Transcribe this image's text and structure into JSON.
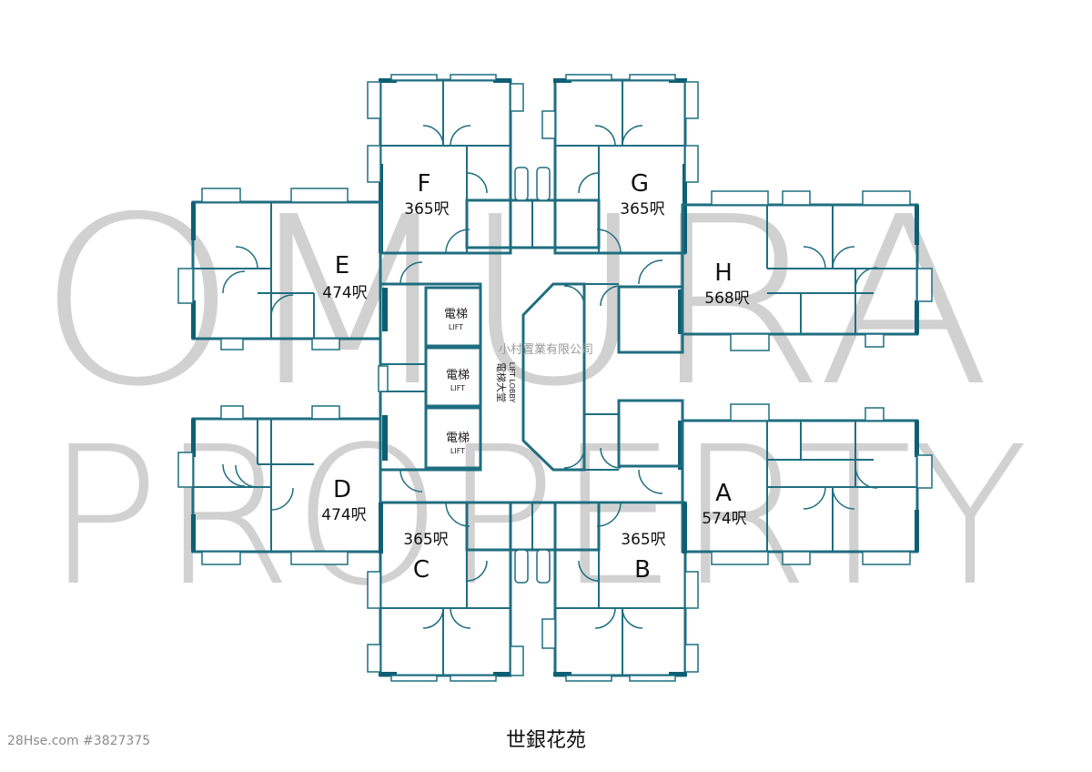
{
  "watermark": {
    "line1": "OMURA",
    "line2": "PROPERTY"
  },
  "company": "小村置業有限公司",
  "units": {
    "A": {
      "letter": "A",
      "area": "574呎"
    },
    "B": {
      "letter": "B",
      "area": "365呎"
    },
    "C": {
      "letter": "C",
      "area": "365呎"
    },
    "D": {
      "letter": "D",
      "area": "474呎"
    },
    "E": {
      "letter": "E",
      "area": "474呎"
    },
    "F": {
      "letter": "F",
      "area": "365呎"
    },
    "G": {
      "letter": "G",
      "area": "365呎"
    },
    "H": {
      "letter": "H",
      "area": "568呎"
    }
  },
  "lifts": [
    {
      "cn": "電梯",
      "en": "LIFT"
    },
    {
      "cn": "電梯",
      "en": "LIFT"
    },
    {
      "cn": "電梯",
      "en": "LIFT"
    }
  ],
  "lobby": {
    "cn": "電梯大堂",
    "en": "LIFT LOBBY"
  },
  "estate_name": "世銀花苑",
  "listing_id": "28Hse.com #3827375",
  "colors": {
    "wall": "#1f6e80",
    "thick_wall": "#0e5f74",
    "watermark": "#c9c9c9"
  }
}
